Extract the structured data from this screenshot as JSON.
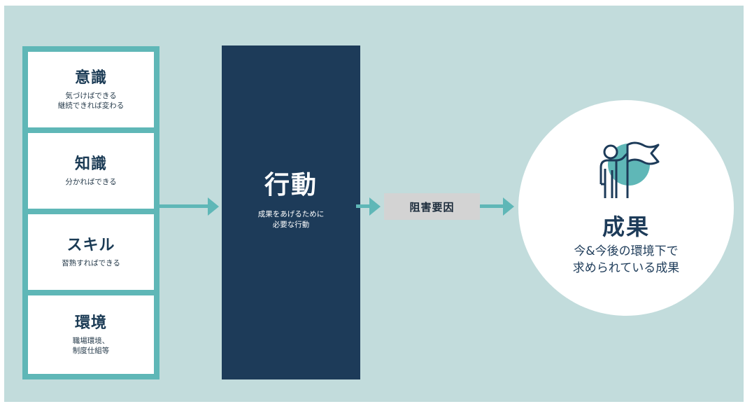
{
  "factors": [
    {
      "title": "意識",
      "description": "気づけばできる\n継続できれば変わる"
    },
    {
      "title": "知識",
      "description": "分かればできる"
    },
    {
      "title": "スキル",
      "description": "習熟すればできる"
    },
    {
      "title": "環境",
      "description": "職場環境、\n制度仕組等"
    }
  ],
  "action": {
    "title": "行動",
    "description": "成果をあげるために\n必要な行動"
  },
  "obstacle": {
    "label": "阻害要因"
  },
  "result": {
    "title": "成果",
    "description": "今&今後の環境下で\n求められている成果",
    "icon": "person-with-flag-icon"
  },
  "colors": {
    "background": "#c2dcdc",
    "teal": "#5fb7b7",
    "navy": "#1d3b59",
    "obstacle": "#d3d3d3"
  }
}
